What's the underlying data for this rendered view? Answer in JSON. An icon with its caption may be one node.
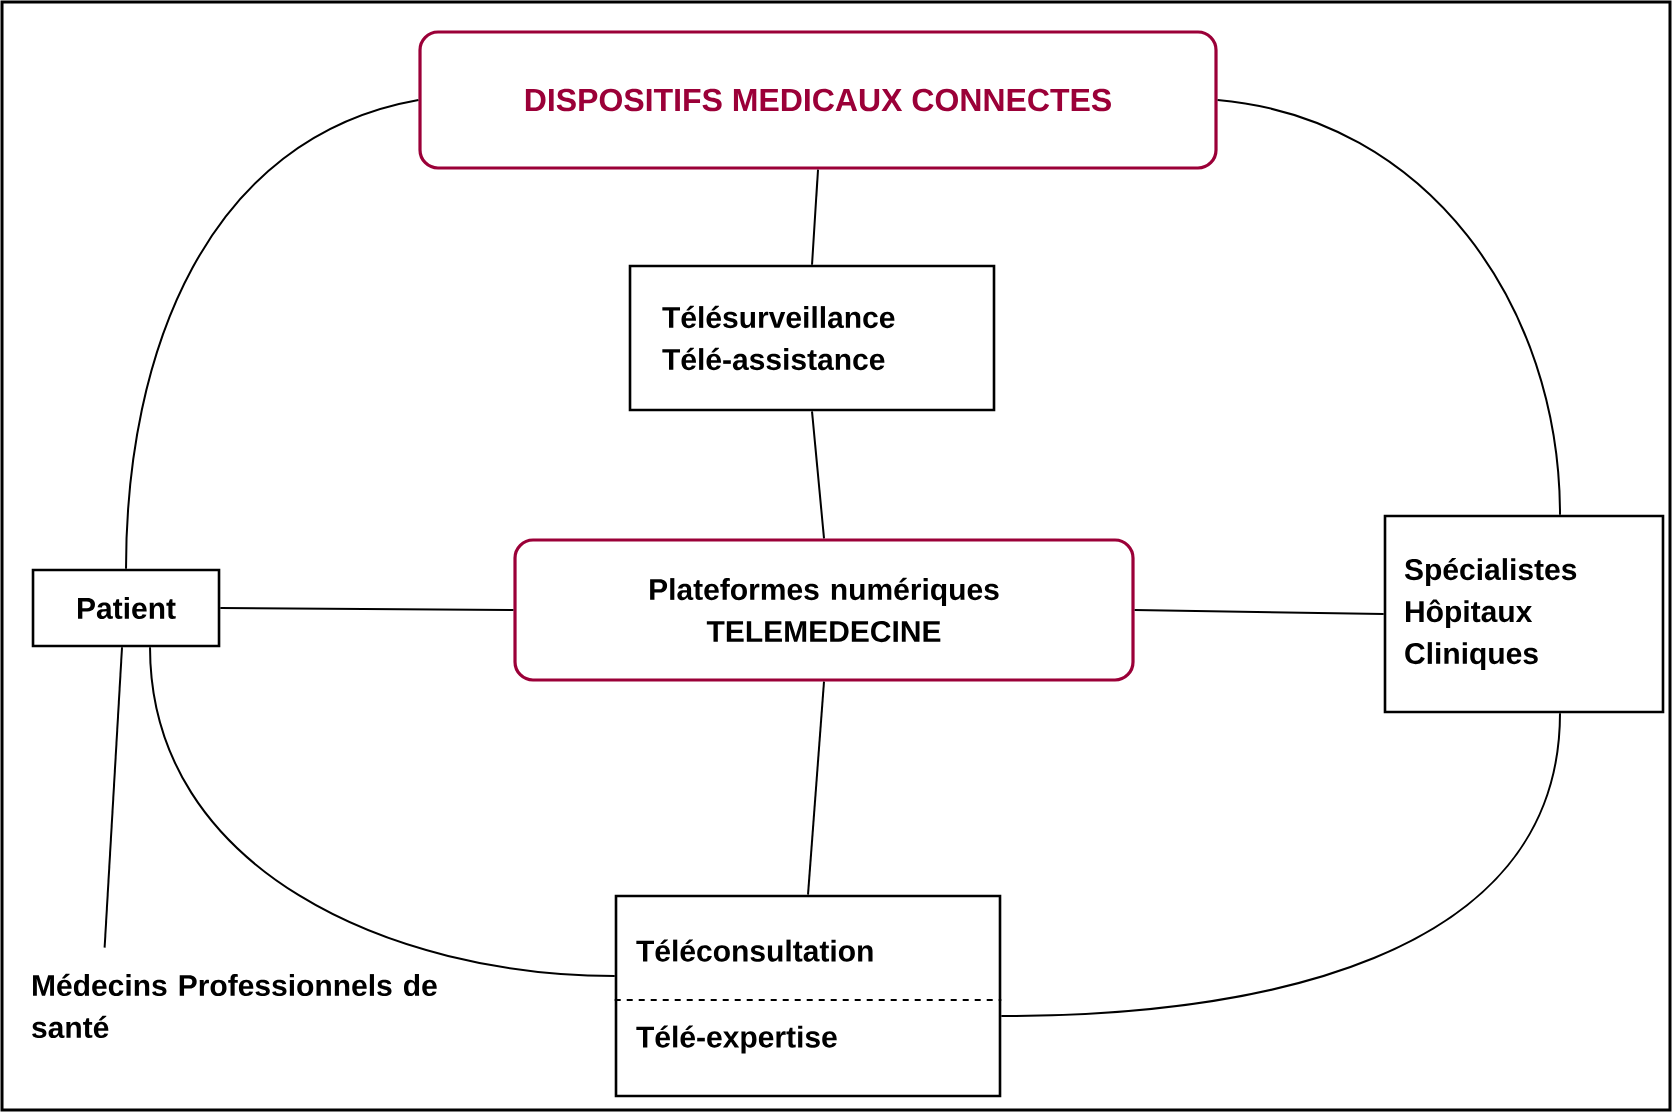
{
  "diagram": {
    "nodes": [
      {
        "text": [
          "DISPOSITIFS MEDICAUX CONNECTES"
        ]
      },
      {
        "text": [
          "Télésurveillance Télé-assistance"
        ]
      },
      {
        "text": [
          "Patient"
        ]
      },
      {
        "text": [
          "Plateformes numériques TELEMEDECINE"
        ]
      },
      {
        "text": [
          "Spécialistes Hôpitaux Cliniques"
        ]
      },
      {
        "text": [
          "Médecins Professionnels de santé"
        ]
      },
      {
        "text": [
          "Téléconsultation",
          "Télé-expertise"
        ]
      }
    ],
    "edges": [
      {
        "from": 0,
        "to": 2,
        "arrow": "none"
      },
      {
        "from": 0,
        "to": 4,
        "arrow": "none"
      },
      {
        "from": 0,
        "to": 1,
        "arrow": "none"
      },
      {
        "from": 1,
        "to": 3,
        "arrow": "none"
      },
      {
        "from": 2,
        "to": 3,
        "arrow": "none"
      },
      {
        "from": 3,
        "to": 4,
        "arrow": "none"
      },
      {
        "from": 3,
        "to": 6,
        "arrow": "none"
      },
      {
        "from": 2,
        "to": 6,
        "arrow": "none"
      },
      {
        "from": 4,
        "to": 6,
        "arrow": "none"
      },
      {
        "from": 2,
        "to": 5,
        "arrow": "none"
      }
    ]
  }
}
